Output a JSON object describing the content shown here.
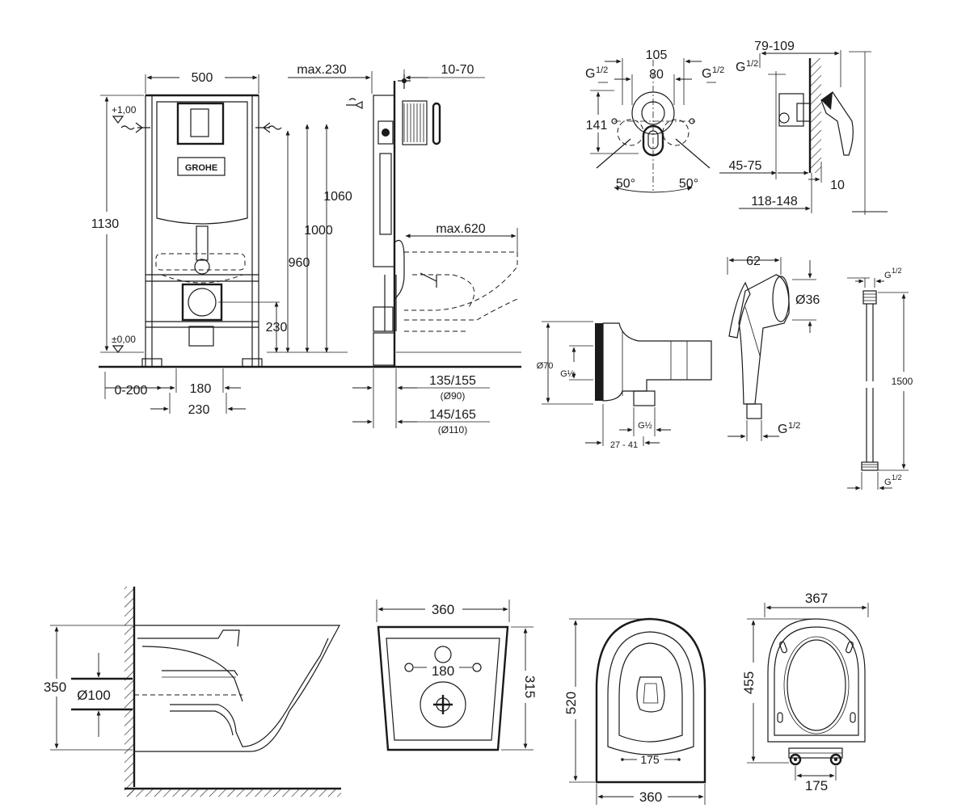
{
  "brand": {
    "logo_text": "GROHE"
  },
  "frame": {
    "width": "500",
    "height": "1130",
    "level_top": "+1,00",
    "level_floor": "±0,00",
    "h1060": "1060",
    "h1000": "1000",
    "h960": "960",
    "h230": "230",
    "wall_range": "0-200",
    "w180": "180",
    "w230": "230"
  },
  "side": {
    "max_230": "max.230",
    "depth_10_70": "10-70",
    "max_620": "max.620",
    "d1": "135/155",
    "d1_sub": "(Ø90)",
    "d2": "145/165",
    "d2_sub": "(Ø110)"
  },
  "mixer": {
    "w105": "105",
    "w80": "80",
    "g_left": "G",
    "g_right": "G",
    "frac": "1/2",
    "h141": "141",
    "a_left": "50°",
    "a_right": "50°",
    "d79_109": "79-109",
    "g_side": "G",
    "d45_75": "45-75",
    "d10": "10",
    "d118_148": "118-148"
  },
  "elbow": {
    "d70": "Ø70",
    "g_in": "G½",
    "g_out": "G½",
    "d27_41": "27 - 41"
  },
  "spray": {
    "w62": "62",
    "d36": "Ø36",
    "g": "G",
    "frac": "1/2"
  },
  "hose": {
    "g_top": "G",
    "length": "1500",
    "g_bottom": "G",
    "frac": "1/2"
  },
  "bowl_side": {
    "h350": "350",
    "d100": "Ø100"
  },
  "bowl_back": {
    "w360": "360",
    "w180": "180",
    "h315": "315"
  },
  "bowl_top": {
    "h520": "520",
    "w175": "175",
    "w360": "360"
  },
  "seat": {
    "w367": "367",
    "h455": "455",
    "w175": "175"
  }
}
